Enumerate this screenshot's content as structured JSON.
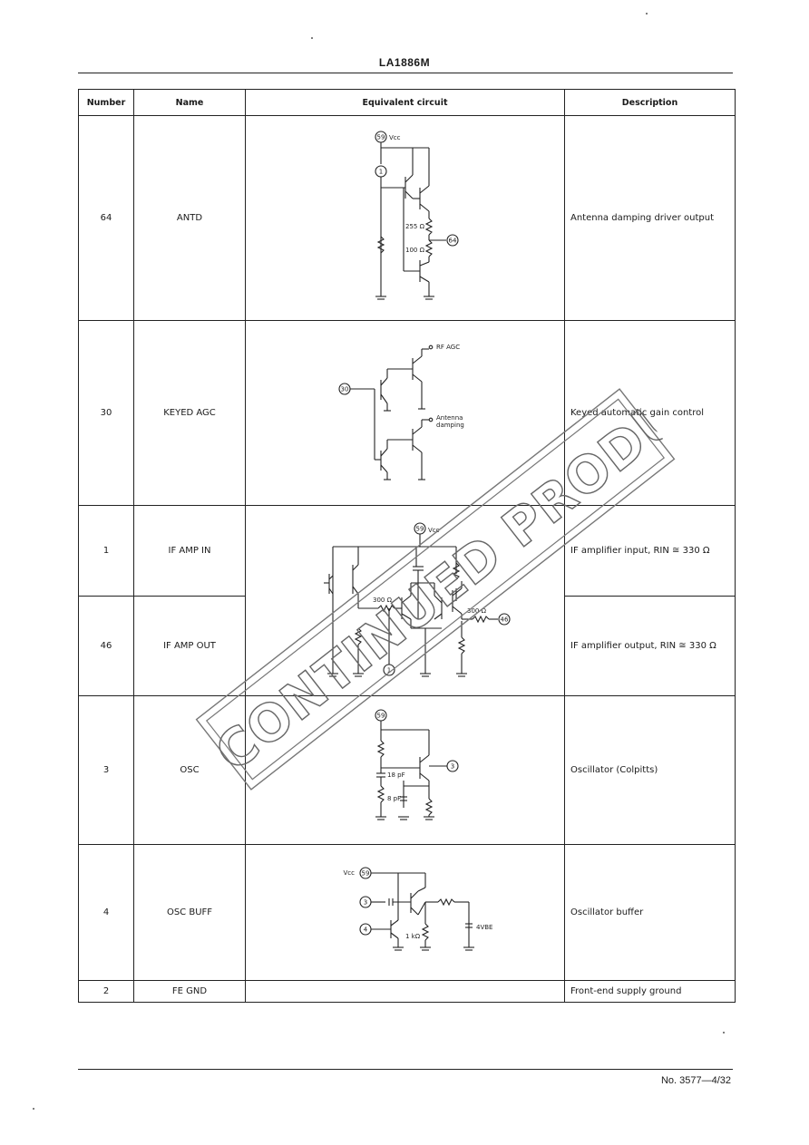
{
  "header": {
    "title": "LA1886M"
  },
  "table": {
    "columns": [
      "Number",
      "Name",
      "Equivalent circuit",
      "Description"
    ],
    "rows": [
      {
        "number": "64",
        "name": "ANTD",
        "description": "Antenna damping driver output"
      },
      {
        "number": "30",
        "name": "KEYED AGC",
        "description": "Keyed automatic gain control"
      },
      {
        "number": "1",
        "name": "IF AMP IN",
        "description": "IF amplifier input, RIN ≅ 330 Ω"
      },
      {
        "number": "46",
        "name": "IF AMP OUT",
        "description": "IF amplifier output, RIN ≅ 330 Ω"
      },
      {
        "number": "3",
        "name": "OSC",
        "description": "Oscillator (Colpitts)"
      },
      {
        "number": "4",
        "name": "OSC BUFF",
        "description": "Oscillator buffer"
      },
      {
        "number": "2",
        "name": "FE GND",
        "description": "Front-end supply ground"
      }
    ]
  },
  "circuits": {
    "antd": {
      "supply_pin": "59",
      "supply_label": "Vcc",
      "pin_in": "1",
      "pin_out": "64",
      "r1": "255 Ω",
      "r2": "100 Ω"
    },
    "keyed_agc": {
      "pin": "30",
      "out1": "RF AGC",
      "out2a": "Antenna",
      "out2b": "damping"
    },
    "if_amp": {
      "supply_pin": "59",
      "supply_label": "Vcc",
      "r_in": "300 Ω",
      "r_out": "300 Ω",
      "pin_out": "46",
      "pin_in": "1"
    },
    "osc": {
      "supply_pin": "59",
      "pin_out": "3",
      "c1": "18 pF",
      "c2": "8 pF"
    },
    "osc_buff": {
      "supply_label": "Vcc",
      "supply_pin": "59",
      "pin_in": "3",
      "pin_bias": "4",
      "r1": "1 kΩ",
      "vbe": "4VBE"
    }
  },
  "watermark": {
    "text": "DISCONTINUED PRODUCT"
  },
  "footer": {
    "page": "No. 3577—4/32"
  }
}
